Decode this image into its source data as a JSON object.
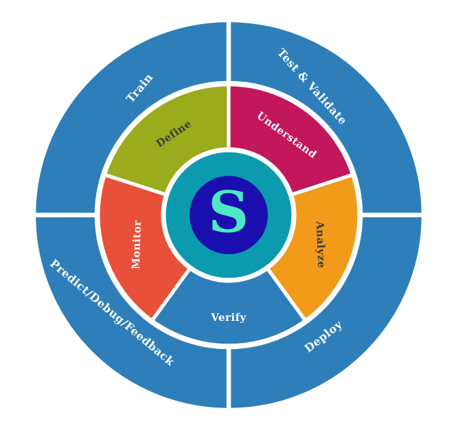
{
  "colors": {
    "outer_ring": "#2e7fb9",
    "divider": "#ffffff",
    "hub_outer": "#0c9aae",
    "hub_inner": "#1a0fae",
    "logo_letter": "#4ee8c6"
  },
  "hub": {
    "logo": "S",
    "logo_icon": "s-logo-icon"
  },
  "outer_ring": [
    {
      "label": "Train"
    },
    {
      "label": "Test & Validate"
    },
    {
      "label": "Deploy"
    },
    {
      "label": "Predict/Debug/Feedback"
    }
  ],
  "inner_ring": [
    {
      "label": "Define",
      "color": "#9aab1b",
      "text_color": "#3a3a3a"
    },
    {
      "label": "Understand",
      "color": "#c2185b",
      "text_color": "#ffffff"
    },
    {
      "label": "Analyze",
      "color": "#f29a19",
      "text_color": "#3a3a3a"
    },
    {
      "label": "Verify",
      "color": "#2e7fb9",
      "text_color": "#ffffff"
    },
    {
      "label": "Monitor",
      "color": "#e8503a",
      "text_color": "#ffffff"
    }
  ]
}
